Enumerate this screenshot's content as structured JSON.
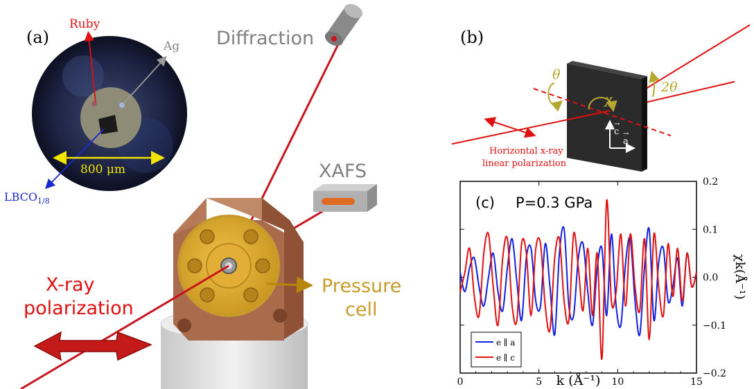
{
  "panel_a": {
    "label": "(a)",
    "ruby": "Ruby",
    "ag": "Ag",
    "scale": "800 μm",
    "sample_base": "LBCO",
    "sample_sub": "1/8",
    "diffraction": "Diffraction",
    "xafs": "XAFS",
    "pressure_1": "Pressure",
    "pressure_2": "cell",
    "xray_1": "X-ray",
    "xray_2": "polarization"
  },
  "panel_b": {
    "label": "(b)",
    "theta": "θ",
    "two_theta": "2θ",
    "chi": "χ",
    "c_vec": "c",
    "a_vec": "a",
    "caption_1": "Horizontal x-ray",
    "caption_2": "linear polarization"
  },
  "colors": {
    "beam": "#e01010",
    "copper": "#a86a4a",
    "gold": "#d4a72c",
    "sample": "#2a2a2a",
    "series_a": "#1020e0",
    "series_c": "#e01010"
  },
  "chart_data": {
    "type": "line",
    "panel_label": "(c)",
    "annotation": "P=0.3 GPa",
    "xlabel": "k (Å⁻¹)",
    "ylabel": "χk(Å⁻¹)",
    "xlim": [
      0,
      15
    ],
    "ylim": [
      -0.2,
      0.2
    ],
    "xticks": [
      "0",
      "5",
      "10",
      "15"
    ],
    "yticks": [
      "−0.2",
      "−0.1",
      "0.0",
      "0.1",
      "0.2"
    ],
    "legend_position": "bottom-left",
    "series": [
      {
        "name": "e ∥ a",
        "color": "#1020e0",
        "x": [
          0.0,
          0.3,
          0.6,
          0.9,
          1.2,
          1.5,
          1.8,
          2.1,
          2.4,
          2.7,
          3.0,
          3.3,
          3.6,
          3.9,
          4.2,
          4.5,
          4.8,
          5.1,
          5.4,
          5.7,
          6.0,
          6.3,
          6.6,
          6.9,
          7.2,
          7.5,
          7.8,
          8.1,
          8.4,
          8.7,
          9.0,
          9.3,
          9.6,
          9.9,
          10.2,
          10.5,
          10.8,
          11.1,
          11.4,
          11.7,
          12.0,
          12.3,
          12.6,
          12.9,
          13.2,
          13.5,
          13.8,
          14.1,
          14.4,
          14.7,
          15.0
        ],
        "values": [
          0.01,
          -0.03,
          0.02,
          0.04,
          -0.02,
          -0.06,
          0.0,
          0.05,
          -0.03,
          -0.07,
          0.02,
          0.08,
          -0.01,
          -0.09,
          0.04,
          0.06,
          -0.05,
          -0.06,
          0.07,
          -0.02,
          -0.12,
          0.05,
          0.1,
          -0.06,
          -0.08,
          0.04,
          0.07,
          -0.03,
          -0.1,
          0.02,
          0.06,
          -0.08,
          0.09,
          -0.06,
          -0.1,
          0.03,
          0.08,
          -0.05,
          -0.12,
          0.02,
          0.1,
          -0.09,
          0.03,
          0.06,
          -0.05,
          -0.02,
          0.04,
          -0.06,
          0.05,
          -0.02,
          0.01
        ]
      },
      {
        "name": "e ∥ c",
        "color": "#e01010",
        "x": [
          0.0,
          0.3,
          0.6,
          0.9,
          1.2,
          1.5,
          1.8,
          2.1,
          2.4,
          2.7,
          3.0,
          3.3,
          3.6,
          3.9,
          4.2,
          4.5,
          4.8,
          5.1,
          5.4,
          5.7,
          6.0,
          6.3,
          6.6,
          6.9,
          7.2,
          7.5,
          7.8,
          8.1,
          8.4,
          8.7,
          9.0,
          9.3,
          9.6,
          9.9,
          10.2,
          10.5,
          10.8,
          11.1,
          11.4,
          11.7,
          12.0,
          12.3,
          12.6,
          12.9,
          13.2,
          13.5,
          13.8,
          14.1,
          14.4,
          14.7,
          15.0
        ],
        "values": [
          -0.03,
          0.01,
          0.06,
          -0.04,
          -0.08,
          0.05,
          0.09,
          -0.02,
          -0.1,
          0.04,
          0.08,
          -0.06,
          -0.09,
          0.07,
          0.05,
          -0.08,
          0.06,
          0.07,
          -0.06,
          -0.11,
          0.04,
          0.08,
          -0.05,
          -0.09,
          0.09,
          0.02,
          -0.07,
          0.06,
          -0.08,
          0.05,
          -0.17,
          0.16,
          -0.05,
          -0.03,
          0.09,
          -0.06,
          0.09,
          -0.02,
          -0.07,
          0.08,
          -0.13,
          0.09,
          -0.02,
          -0.08,
          0.07,
          -0.04,
          0.06,
          -0.05,
          0.05,
          -0.02,
          0.01
        ]
      }
    ]
  }
}
